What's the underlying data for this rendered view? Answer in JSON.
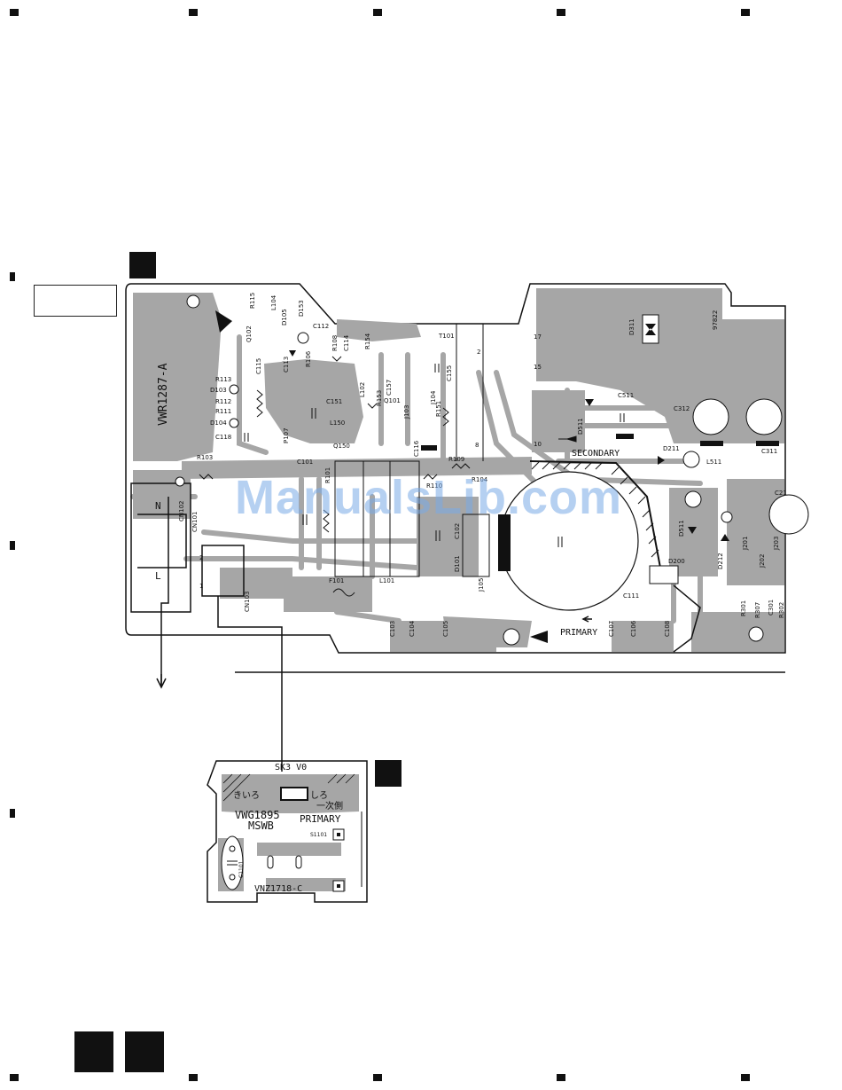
{
  "main_board": {
    "board_id": "VWR1287-A",
    "part_code": "97822",
    "label_secondary": "SECONDARY",
    "label_primary": "PRIMARY",
    "pin_17": "17",
    "pin_15": "15",
    "pin_10": "10",
    "pin_2": "2",
    "pin_8": "8",
    "pin_n": "N",
    "pin_l": "L",
    "pin_cn103_2": "2",
    "pin_cn103_1": "1",
    "components": {
      "r115": "R115",
      "l104": "L104",
      "d105": "D105",
      "d153": "D153",
      "q102": "Q102",
      "c112": "C112",
      "r108": "R108",
      "c114": "C114",
      "r154": "R154",
      "t101": "T101",
      "c115": "C115",
      "c113": "C113",
      "r106": "R106",
      "r113": "R113",
      "d103": "D103",
      "r112": "R112",
      "r111": "R111",
      "d104": "D104",
      "c118": "C118",
      "c151": "C151",
      "l150": "L150",
      "l102": "L102",
      "c157": "C157",
      "r153": "R153",
      "q101": "Q101",
      "j103": "J103",
      "j104": "J104",
      "r151": "R151",
      "c155": "C155",
      "p107": "P107",
      "q150": "Q150",
      "c101": "C101",
      "r103": "R103",
      "c116": "C116",
      "r109": "R109",
      "r110": "R110",
      "r104": "R104",
      "r101": "R101",
      "cn102": "CN102",
      "cn101": "CN101",
      "cn103": "CN103",
      "f101": "F101",
      "l101": "L101",
      "c102": "C102",
      "d101": "D101",
      "j105": "J105",
      "c103": "C103",
      "c104": "C104",
      "c105": "C105",
      "d311": "D311",
      "c511": "C511",
      "d511_top": "D511",
      "c312": "C312",
      "d211": "D211",
      "l511": "L511",
      "c311": "C311",
      "c211": "C21",
      "d511": "D511",
      "d200": "D200",
      "d212": "D212",
      "j201": "J201",
      "j202": "J202",
      "j203": "J203",
      "c111": "C111",
      "c107": "C107",
      "c106": "C106",
      "c108": "C108",
      "r301": "R301",
      "r307": "R307",
      "c301": "C301",
      "r302": "R302"
    }
  },
  "switch_board": {
    "header": "SK3 V0",
    "jp_left": "きいろ",
    "jp_right": "しろ",
    "jp_side": "一次側",
    "board_id": "VWG1895",
    "board_name": "MSWB",
    "label_primary": "PRIMARY",
    "s1101": "S1101",
    "c1101": "C1101",
    "part_code": "VNZ1718-C"
  },
  "watermark": "ManualsLib.com",
  "colors": {
    "copper": "#a6a6a6",
    "ink": "#111111",
    "watermark": "#78aae6"
  }
}
